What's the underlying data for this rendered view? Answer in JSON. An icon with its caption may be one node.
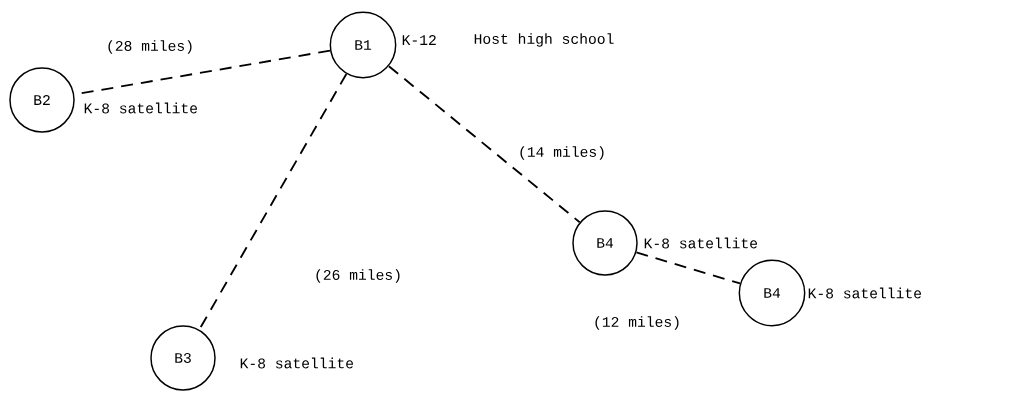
{
  "diagram": {
    "nodes": [
      {
        "text": [
          "B1"
        ],
        "beside": [
          "K-12",
          "Host high school"
        ]
      },
      {
        "text": [
          "B2"
        ],
        "beside": [
          "K-8 satellite"
        ]
      },
      {
        "text": [
          "B3"
        ],
        "beside": [
          "K-8 satellite"
        ]
      },
      {
        "text": [
          "B4"
        ],
        "beside": [
          "K-8 satellite"
        ]
      },
      {
        "text": [
          "B4"
        ],
        "beside": [
          "K-8 satellite"
        ]
      }
    ],
    "edges": [
      {
        "from": 0,
        "to": 1,
        "arrow": "none",
        "label": "(28 miles)",
        "style": "dashed"
      },
      {
        "from": 0,
        "to": 2,
        "arrow": "none",
        "label": "(26 miles)",
        "style": "dashed"
      },
      {
        "from": 0,
        "to": 3,
        "arrow": "none",
        "label": "(14 miles)",
        "style": "dashed"
      },
      {
        "from": 3,
        "to": 4,
        "arrow": "none",
        "label": "(12 miles)",
        "style": "dashed"
      }
    ]
  }
}
